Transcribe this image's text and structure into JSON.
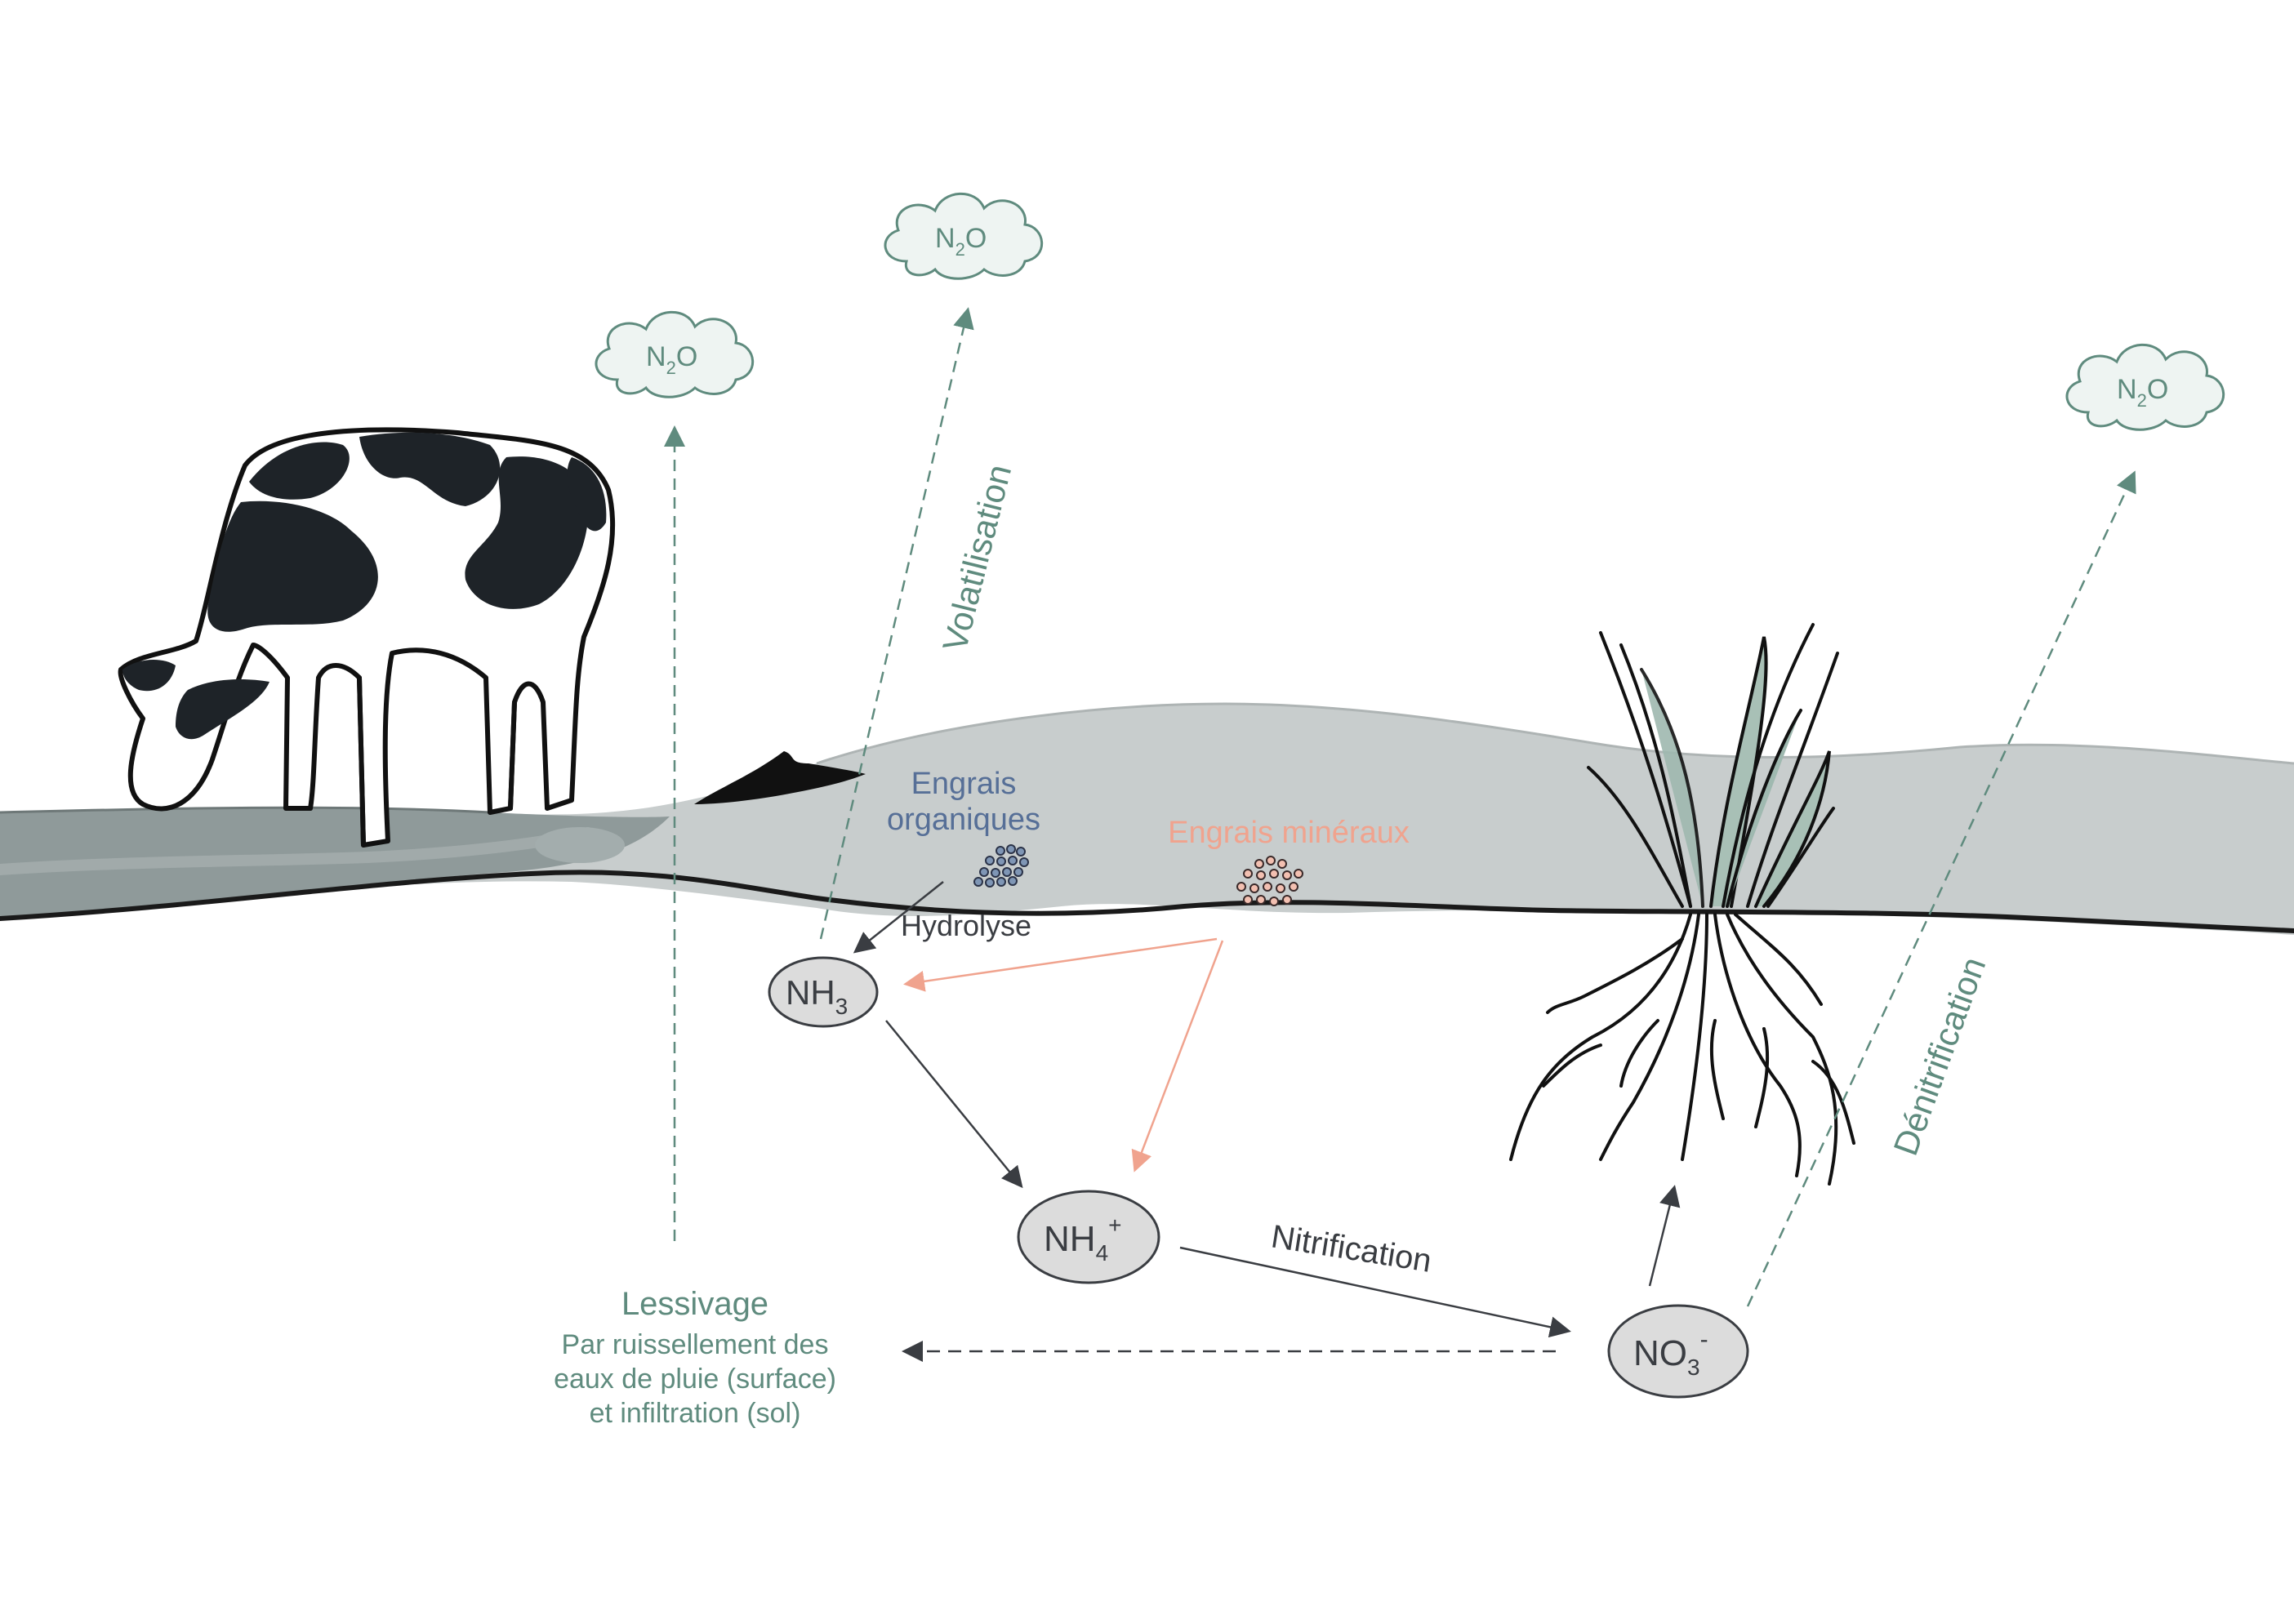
{
  "colors": {
    "green": "#5f8b7e",
    "dark": "#3a3d42",
    "blue": "#566f97",
    "salmon": "#f0a38e",
    "soil_light": "#c8cdcd",
    "soil_dark": "#8f9a9a",
    "cloud_fill": "#eef4f2",
    "node_fill": "#dcdcdc"
  },
  "clouds": [
    {
      "id": "cloud-left",
      "base": "N",
      "sub": "2",
      "tail": "O"
    },
    {
      "id": "cloud-mid",
      "base": "N",
      "sub": "2",
      "tail": "O"
    },
    {
      "id": "cloud-right",
      "base": "N",
      "sub": "2",
      "tail": "O"
    }
  ],
  "nodes": {
    "nh3": {
      "base": "NH",
      "sub": "3",
      "sup": ""
    },
    "nh4": {
      "base": "NH",
      "sub": "4",
      "sup": "+"
    },
    "no3": {
      "base": "NO",
      "sub": "3",
      "sup": "-"
    }
  },
  "labels": {
    "volatilisation": "Volatilisation",
    "denitrification": "Dénitrification",
    "engrais_organiques_1": "Engrais",
    "engrais_organiques_2": "organiques",
    "engrais_mineraux": "Engrais minéraux",
    "hydrolyse": "Hydrolyse",
    "nitrification": "Nitrification",
    "lessivage": "Lessivage",
    "lessivage_desc_1": "Par ruissellement des",
    "lessivage_desc_2": "eaux de pluie (surface)",
    "lessivage_desc_3": "et infiltration (sol)"
  },
  "icons": [
    "cow-illustration",
    "manure-icon",
    "grass-plant-icon",
    "organic-fertilizer-granules-icon",
    "mineral-fertilizer-granules-icon"
  ]
}
